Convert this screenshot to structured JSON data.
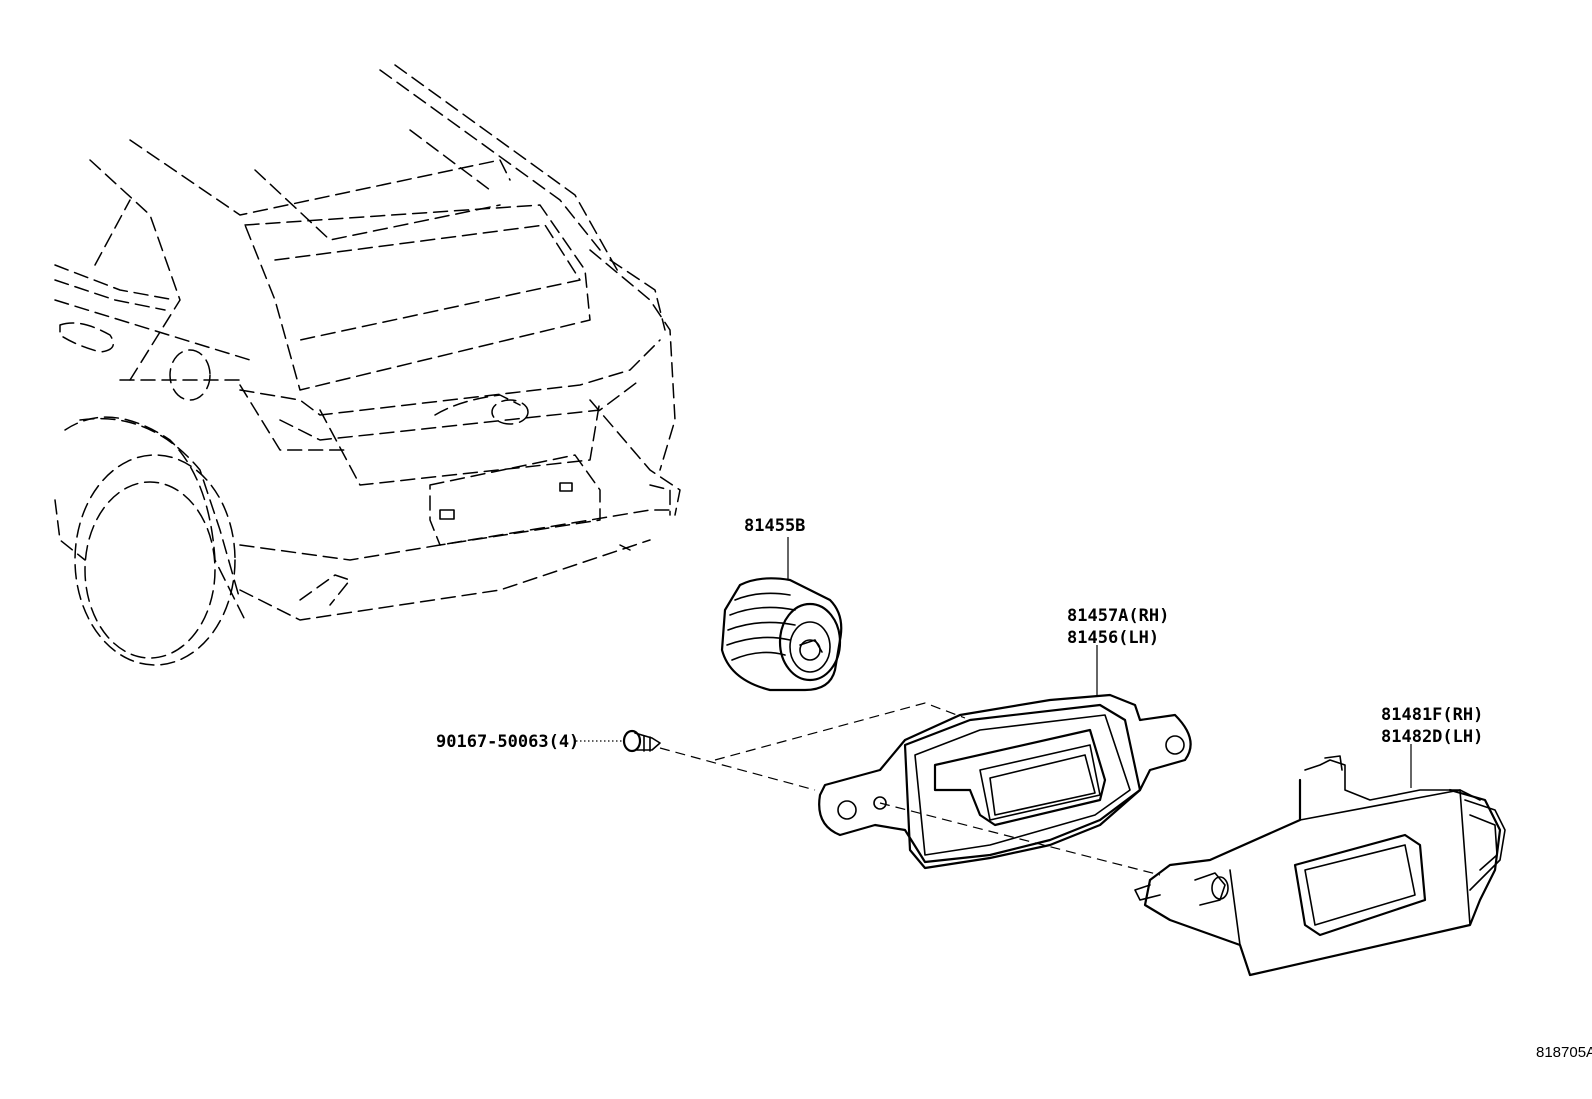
{
  "diagram_id": "818705A",
  "parts": {
    "lamp_socket": {
      "number": "81455B"
    },
    "license_lamp": {
      "number_rh": "81457A(RH)",
      "number_lh": "81456(LH)"
    },
    "lamp_housing": {
      "number_rh": "81481F(RH)",
      "number_lh": "81482D(LH)"
    },
    "screw": {
      "number": "90167-50063(4)"
    }
  }
}
